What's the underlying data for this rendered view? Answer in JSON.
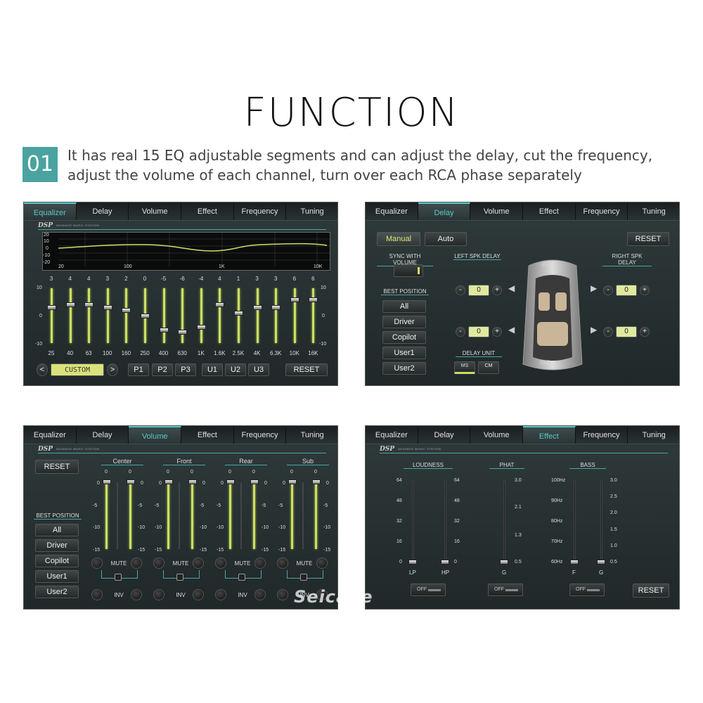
{
  "header": {
    "title": "FUNCTION",
    "badge": "01",
    "line1": "It has real 15 EQ adjustable segments and can adjust the delay, cut the frequency,",
    "line2": "adjust the volume of each channel, turn over each RCA phase separately"
  },
  "tabs": [
    "Equalizer",
    "Delay",
    "Volume",
    "Effect",
    "Frequency",
    "Tuning"
  ],
  "dsp": {
    "brand": "DSP",
    "sub": "ADVANCE MUSIC STATION"
  },
  "eq": {
    "graph_y": [
      "20",
      "10",
      "0",
      "-10",
      "-20"
    ],
    "graph_x": [
      "20",
      "100",
      "1K",
      "10K"
    ],
    "values": [
      "3",
      "4",
      "4",
      "3",
      "2",
      "0",
      "-5",
      "-6",
      "-4",
      "4",
      "1",
      "3",
      "3",
      "6",
      "6"
    ],
    "bands": [
      "25",
      "40",
      "63",
      "100",
      "160",
      "250",
      "400",
      "630",
      "1K",
      "1.6K",
      "2.5K",
      "4K",
      "6.3K",
      "10K",
      "16K"
    ],
    "scale": [
      "10",
      "0",
      "-10"
    ],
    "preset": "CUSTOM",
    "prev": "<",
    "next": ">",
    "presets": [
      "P1",
      "P2",
      "P3",
      "U1",
      "U2",
      "U3"
    ],
    "reset": "RESET"
  },
  "delay": {
    "manual": "Manual",
    "auto": "Auto",
    "reset": "RESET",
    "sync": "SYNC WITH VOLUME",
    "left": "LEFT SPK DELAY",
    "right": "RIGHT SPK DELAY",
    "best": "BEST POSITION",
    "positions": [
      "All",
      "Driver",
      "Copilot",
      "User1",
      "User2"
    ],
    "values": [
      "0",
      "0",
      "0",
      "0"
    ],
    "minus": "-",
    "plus": "+",
    "unit": "DELAY UNIT",
    "ms": "MS",
    "cm": "CM"
  },
  "volume": {
    "reset": "RESET",
    "best": "BEST POSITION",
    "positions": [
      "All",
      "Driver",
      "Copilot",
      "User1",
      "User2"
    ],
    "groups": [
      "Center",
      "Front",
      "Rear",
      "Sub"
    ],
    "top": "0",
    "scale": [
      "0",
      "-5",
      "-10",
      "-15"
    ],
    "mute": "MUTE",
    "inv": "INV"
  },
  "effect": {
    "loudness": "LOUDNESS",
    "phat": "PHAT",
    "bass": "BASS",
    "loud_scale": [
      "64",
      "48",
      "32",
      "16",
      "0"
    ],
    "lp": "LP",
    "hp": "HP",
    "phat_scale": [
      "3.0",
      "2.1",
      "1.3",
      "0.5"
    ],
    "g": "G",
    "bass_f": [
      "100Hz",
      "90Hz",
      "80Hz",
      "70Hz",
      "60Hz"
    ],
    "bass_g": [
      "3.0",
      "2.5",
      "2.0",
      "1.5",
      "1.0",
      "0.5"
    ],
    "f": "F",
    "off": "OFF",
    "reset": "RESET"
  },
  "watermark": "Seicane"
}
